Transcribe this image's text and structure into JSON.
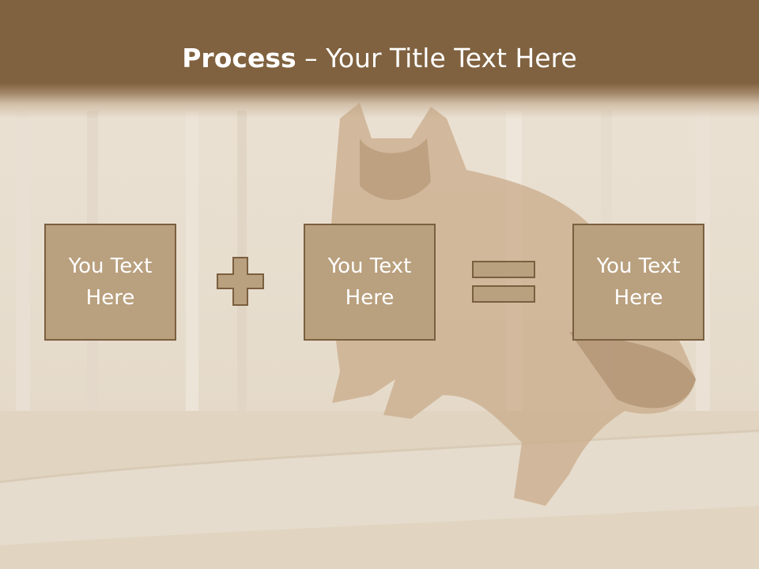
{
  "slide": {
    "title_bold": "Process",
    "title_rest": " – Your Title Text Here"
  },
  "process": {
    "steps": [
      {
        "label": "You Text Here"
      },
      {
        "label": "You Text Here"
      },
      {
        "label": "You Text Here"
      }
    ],
    "operators": [
      "plus",
      "equals"
    ]
  },
  "colors": {
    "title_band": "#806240",
    "box_fill": "#b9a07e",
    "box_border": "#7a5f40",
    "operator_fill": "#b9a07e",
    "operator_border": "#7a5f40"
  }
}
